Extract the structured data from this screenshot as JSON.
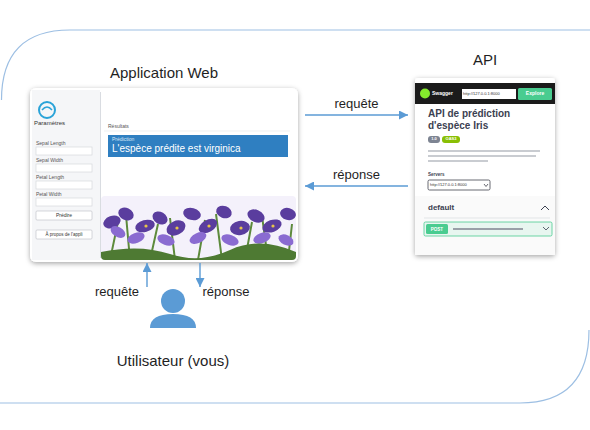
{
  "diagram": {
    "nodes": [
      {
        "text": [
          "Application Web"
        ]
      },
      {
        "text": [
          "Prédiction",
          "L'espèce prédite est virginica"
        ],
        "in": 0
      },
      {
        "text": [
          "API"
        ]
      },
      {
        "text": [
          "Utilisateur (vous)"
        ]
      }
    ],
    "edges": [
      {
        "from": 0,
        "to": 2,
        "label": "requête",
        "arrow": "to"
      },
      {
        "from": 2,
        "to": 0,
        "label": "réponse",
        "arrow": "to"
      },
      {
        "from": 3,
        "to": 0,
        "label": "requête",
        "arrow": "to"
      },
      {
        "from": 0,
        "to": 3,
        "label": "réponse",
        "arrow": "to"
      }
    ],
    "labels": [
      "Paramètres",
      "Sepal Length",
      "Sepal Width",
      "Petal Length",
      "Petal Width",
      "Prédire",
      "À propos de l'appli",
      "Résultats",
      "Swagger",
      "http://127.0.0.1:8000",
      "Explore",
      "API de prédiction d'espèce Iris",
      "1.0",
      "OAS3",
      "Servers",
      "http://127.0.0.1:8000",
      "default",
      "POST"
    ]
  }
}
